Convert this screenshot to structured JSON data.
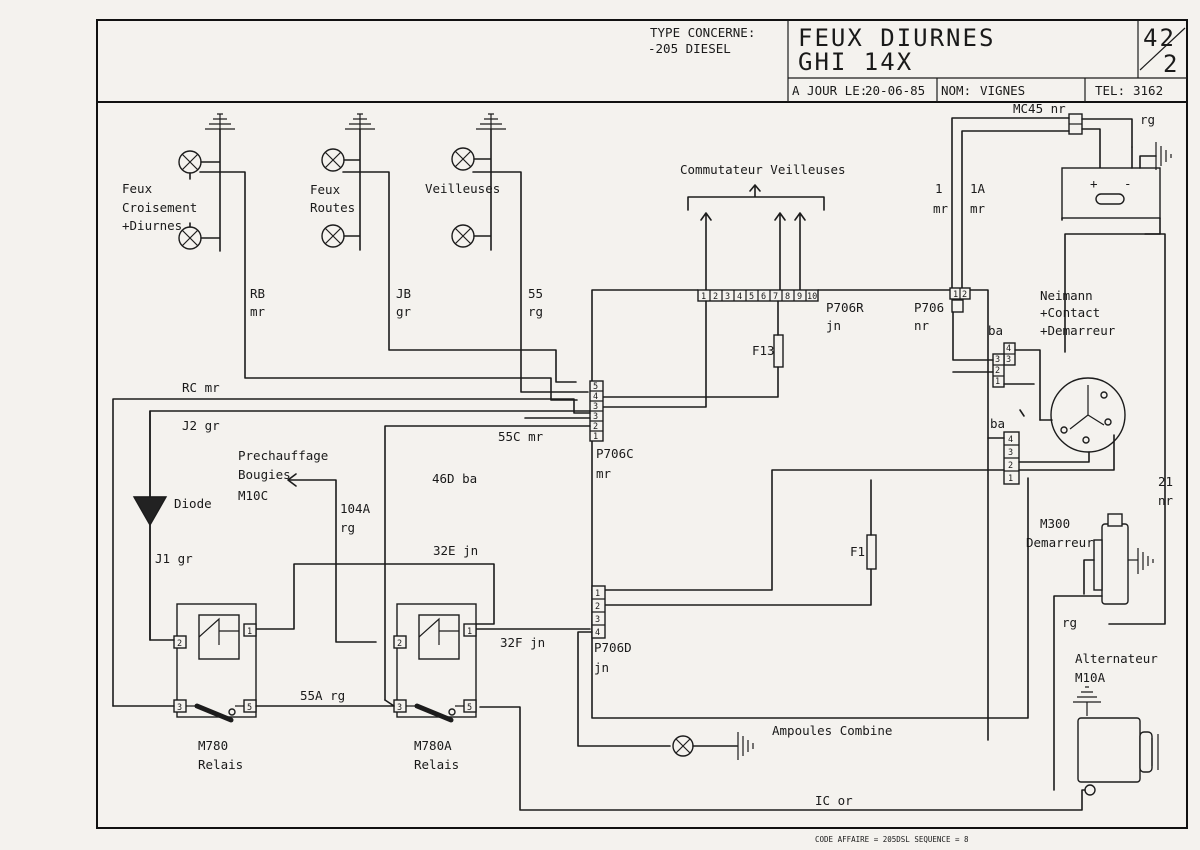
{
  "header": {
    "type_label": "TYPE CONCERNE:",
    "type_value": "-205 DIESEL",
    "title_line1": "FEUX DIURNES",
    "title_line2": "GHI 14X",
    "sheet_top": "42",
    "sheet_bottom": "2",
    "date_label": "A JOUR LE:",
    "date_value": "20-06-85",
    "name_label": "NOM:",
    "name_value": "VIGNES",
    "tel_label": "TEL:",
    "tel_value": "3162"
  },
  "footer": {
    "code": "CODE AFFAIRE = 205DSL SEQUENCE = 8"
  },
  "components": {
    "feux_croisement": [
      "Feux",
      "Croisement",
      "+Diurnes"
    ],
    "feux_routes": [
      "Feux",
      "Routes"
    ],
    "veilleuses": "Veilleuses",
    "commutateur": "Commutateur Veilleuses",
    "mc45": "MC45 nr",
    "p706r": [
      "P706R",
      "jn"
    ],
    "p706": [
      "P706",
      "nr"
    ],
    "p706c": [
      "P706C",
      "mr"
    ],
    "p706d": [
      "P706D",
      "jn"
    ],
    "neimann": [
      "Neimann",
      "+Contact",
      "+Demarreur"
    ],
    "f13": "F13",
    "f1": "F1",
    "diode": "Diode",
    "prechauffage": [
      "Prechauffage",
      "Bougies",
      "M10C"
    ],
    "m300": [
      "M300",
      "Demarreur"
    ],
    "alternateur": [
      "Alternateur",
      "M10A"
    ],
    "ampoules": "Ampoules Combine",
    "m780": [
      "M780",
      "Relais"
    ],
    "m780a": [
      "M780A",
      "Relais"
    ],
    "battery_plus": "+",
    "battery_minus": "-"
  },
  "wires": {
    "rb": [
      "RB",
      "mr"
    ],
    "jb": [
      "JB",
      "gr"
    ],
    "w55": [
      "55",
      "rg"
    ],
    "rc": "RC mr",
    "j2": "J2 gr",
    "w55c": "55C mr",
    "w46d": "46D ba",
    "w104a": [
      "104A",
      "rg"
    ],
    "w32e": "32E jn",
    "w32f": "32F jn",
    "w55a": "55A rg",
    "j1": "J1 gr",
    "ic": "IC or",
    "w1": [
      "1",
      "mr"
    ],
    "w1a": [
      "1A",
      "mr"
    ],
    "rg_top": "rg",
    "ba1": "ba",
    "ba2": "ba",
    "w21": [
      "21",
      "nr"
    ],
    "rg_alt": "rg"
  },
  "connectors": {
    "p706r_pins": [
      "1",
      "2",
      "3",
      "4",
      "5",
      "6",
      "7",
      "8",
      "9",
      "10"
    ],
    "p706_pins": [
      "1",
      "2"
    ],
    "p706c_pins_top": [
      "5",
      "4",
      "3"
    ],
    "p706c_pins_bottom": [
      "3",
      "2",
      "1"
    ],
    "p706d_pins": [
      "4",
      "3",
      "2",
      "1"
    ],
    "neimann_pins_a": [
      "4",
      "3"
    ],
    "neimann_pins_b": [
      "3",
      "2",
      "1"
    ],
    "neimann_pins_c": [
      "4",
      "3",
      "2",
      "1"
    ],
    "relay_pins": [
      "2",
      "1",
      "3",
      "5"
    ]
  }
}
